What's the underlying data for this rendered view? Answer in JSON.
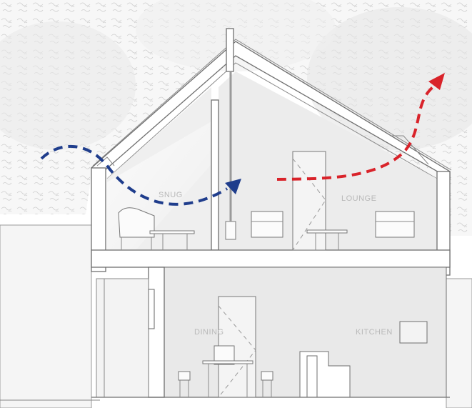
{
  "rooms": {
    "snug": "SNUG",
    "lounge": "LOUNGE",
    "dining": "DINING",
    "kitchen": "KITCHEN"
  },
  "airflow": {
    "cool_color": "#1f3d8c",
    "warm_color": "#d9232a"
  },
  "palette": {
    "foliage": "#d7d7d7",
    "interior": "#ececec",
    "line": "#6f6f6f"
  }
}
